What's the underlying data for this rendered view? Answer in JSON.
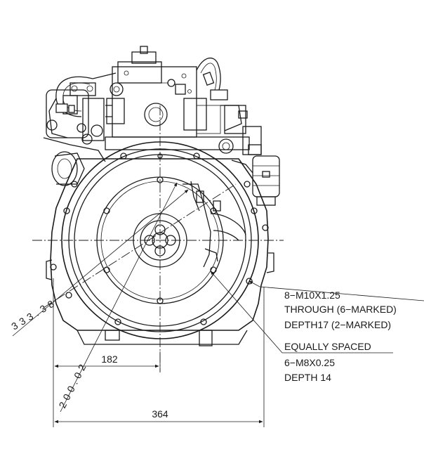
{
  "dimensions": {
    "width_total": "364",
    "width_half": "182",
    "diameter_outer": "333.38",
    "diameter_inner": "200.02"
  },
  "callouts": {
    "bolt_spec": "8−M10X1.25",
    "bolt_through": "THROUGH (6−MARKED)",
    "bolt_depth": "DEPTH17 (2−MARKED)",
    "screw_spacing": "EQUALLY SPACED",
    "screw_spec": "6−M8X0.25",
    "screw_depth": "DEPTH 14"
  }
}
